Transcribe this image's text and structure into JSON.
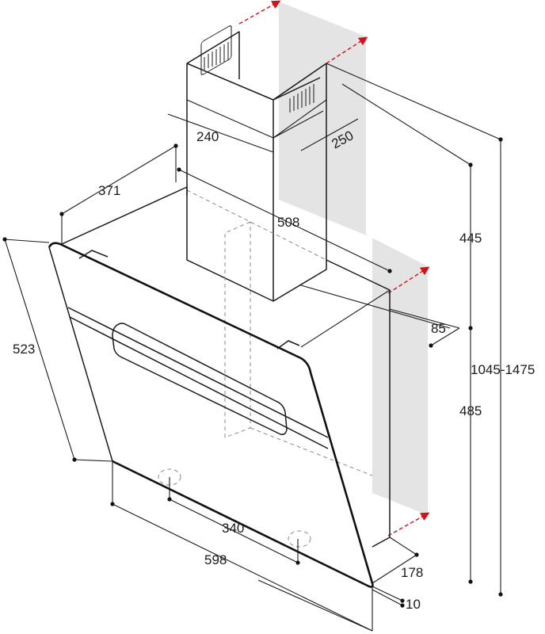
{
  "colors": {
    "wall_shade": "#e4e4e4",
    "line": "#1a1a1a",
    "install_arrow": "#d0121b",
    "hidden_line": "#8a8a8a"
  },
  "dimensions": {
    "chimney_depth": "240",
    "chimney_width": "250",
    "bracket_offset": "371",
    "body_depth": "508",
    "chimney_height": "445",
    "total_height": "1045-1475",
    "body_height": "485",
    "glass_height": "523",
    "wall_gap": "85",
    "screw_spacing": "340",
    "width": "598",
    "base_depth": "178",
    "glass_offset": "10"
  }
}
